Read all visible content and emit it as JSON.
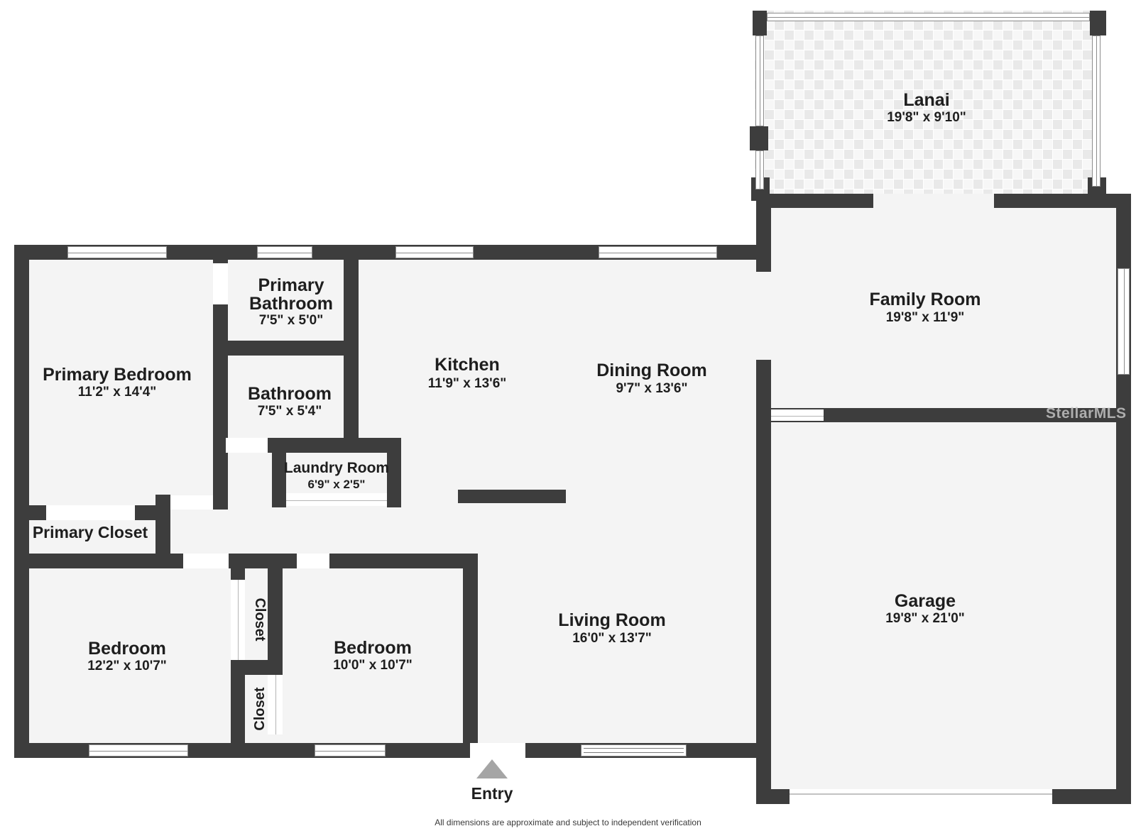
{
  "colors": {
    "wall": "#3d3d3d",
    "floor": "#f4f4f4",
    "lanai_tile": "#e9e9e9",
    "entry_marker": "#a5a5a5",
    "label_text": "#1e1e1e"
  },
  "rooms": {
    "lanai": {
      "name": "Lanai",
      "dims": "19'8\" x 9'10\""
    },
    "family_room": {
      "name": "Family Room",
      "dims": "19'8\" x 11'9\""
    },
    "garage": {
      "name": "Garage",
      "dims": "19'8\" x 21'0\""
    },
    "kitchen": {
      "name": "Kitchen",
      "dims": "11'9\" x 13'6\""
    },
    "dining_room": {
      "name": "Dining Room",
      "dims": "9'7\" x 13'6\""
    },
    "primary_bathroom": {
      "name_line1": "Primary",
      "name_line2": "Bathroom",
      "dims": "7'5\" x 5'0\""
    },
    "primary_bedroom": {
      "name": "Primary Bedroom",
      "dims": "11'2\" x 14'4\""
    },
    "bathroom": {
      "name": "Bathroom",
      "dims": "7'5\" x 5'4\""
    },
    "laundry_room": {
      "name": "Laundry Room",
      "dims": "6'9\" x 2'5\""
    },
    "primary_closet": {
      "name": "Primary Closet"
    },
    "bedroom_left": {
      "name": "Bedroom",
      "dims": "12'2\" x 10'7\""
    },
    "bedroom_middle": {
      "name": "Bedroom",
      "dims": "10'0\" x 10'7\""
    },
    "living_room": {
      "name": "Living Room",
      "dims": "16'0\" x 13'7\""
    },
    "closet_upper": {
      "name": "Closet"
    },
    "closet_lower": {
      "name": "Closet"
    }
  },
  "entry": {
    "label": "Entry"
  },
  "watermark": {
    "text": "StellarMLS"
  },
  "footer": {
    "disclaimer": "All dimensions are approximate and subject to independent verification"
  }
}
